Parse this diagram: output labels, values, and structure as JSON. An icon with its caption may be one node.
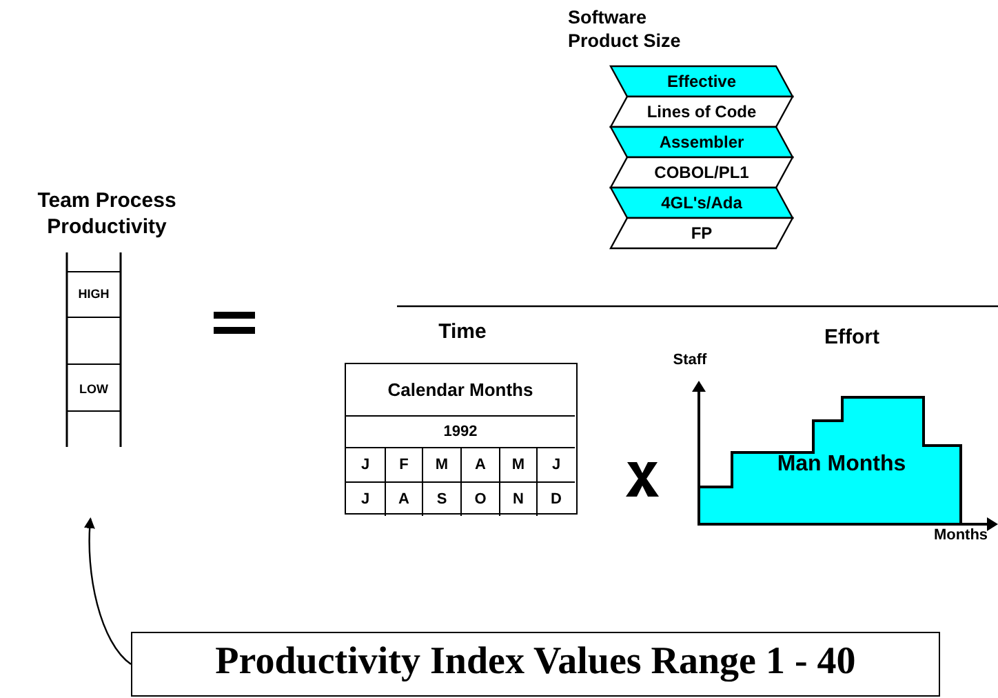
{
  "diagram": {
    "nodes": [
      {
        "text": [
          "Team Process Productivity",
          "HIGH",
          "LOW"
        ]
      },
      {
        "text": [
          "Software Product Size"
        ]
      },
      {
        "text": [
          "Effective"
        ],
        "in": 1
      },
      {
        "text": [
          "Lines of Code"
        ],
        "in": 1
      },
      {
        "text": [
          "Assembler"
        ],
        "in": 1
      },
      {
        "text": [
          "COBOL/PL1"
        ],
        "in": 1
      },
      {
        "text": [
          "4GL's/Ada"
        ],
        "in": 1
      },
      {
        "text": [
          "FP"
        ],
        "in": 1
      },
      {
        "text": [
          "Time"
        ]
      },
      {
        "text": [
          "Effort",
          "Man Months"
        ]
      },
      {
        "text": [
          "Productivity Index Values Range 1 - 40"
        ]
      }
    ],
    "edges": [
      {
        "from": 10,
        "to": 0,
        "arrow": "to"
      }
    ],
    "labels": [
      "Calendar Months",
      "1992",
      "J",
      "F",
      "M",
      "A",
      "M",
      "J",
      "J",
      "A",
      "S",
      "O",
      "N",
      "D",
      "Staff",
      "Months"
    ]
  }
}
